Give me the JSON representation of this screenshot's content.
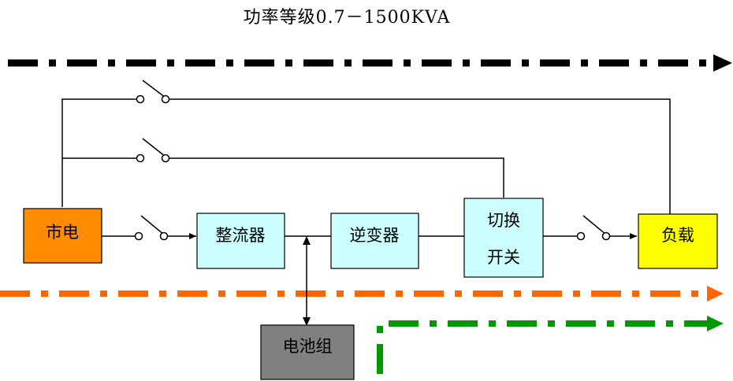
{
  "title": "功率等级0.7－1500KVA",
  "blocks": {
    "mains": "市电",
    "rectifier": "整流器",
    "inverter": "逆变器",
    "switch_line1": "切换",
    "switch_line2": "开关",
    "load": "负载",
    "battery": "电池组"
  },
  "colors": {
    "mains_fill": "#ff8c00",
    "converter_fill": "#ccffff",
    "load_fill": "#ffff00",
    "battery_fill": "#808080",
    "bypass_path": "#000000",
    "normal_path": "#ff6600",
    "battery_path": "#009900"
  }
}
